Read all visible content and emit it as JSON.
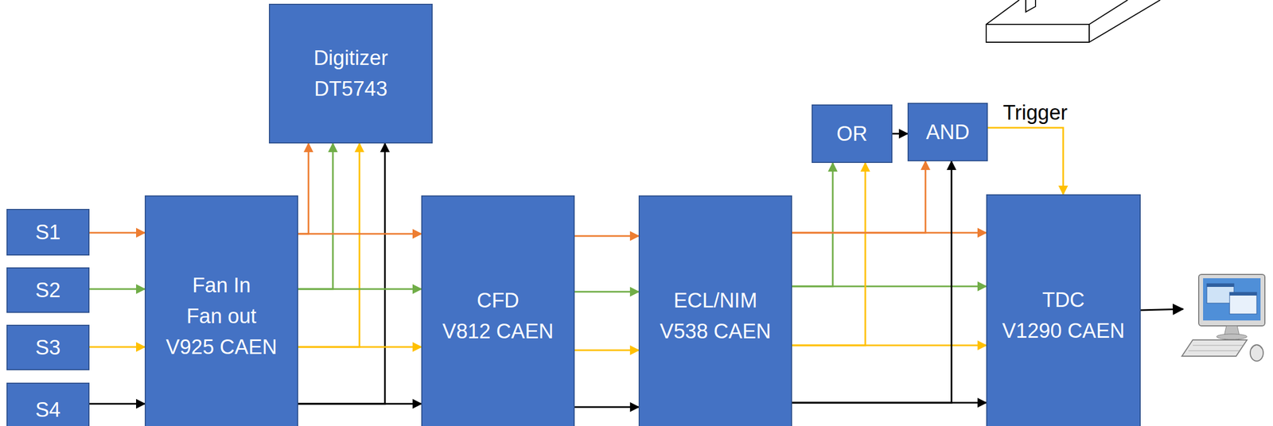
{
  "diagram": {
    "nodes": [
      {
        "text": [
          "S1"
        ]
      },
      {
        "text": [
          "S2"
        ]
      },
      {
        "text": [
          "S3"
        ]
      },
      {
        "text": [
          "S4"
        ]
      },
      {
        "text": [
          "Fan In Fan out",
          "V925 CAEN"
        ]
      },
      {
        "text": [
          "Digitizer",
          "DT5743"
        ]
      },
      {
        "text": [
          "CFD",
          "V812 CAEN"
        ]
      },
      {
        "text": [
          "ECL/NIM",
          "V538 CAEN"
        ]
      },
      {
        "text": [
          "OR"
        ]
      },
      {
        "text": [
          "AND"
        ]
      },
      {
        "text": [
          "TDC",
          "V1290 CAEN"
        ]
      }
    ],
    "edges": [
      {
        "from": 0,
        "to": 4,
        "arrow": "to"
      },
      {
        "from": 1,
        "to": 4,
        "arrow": "to"
      },
      {
        "from": 2,
        "to": 4,
        "arrow": "to"
      },
      {
        "from": 3,
        "to": 4,
        "arrow": "to"
      },
      {
        "from": 4,
        "to": 5,
        "arrow": "to"
      },
      {
        "from": 4,
        "to": 5,
        "arrow": "to"
      },
      {
        "from": 4,
        "to": 5,
        "arrow": "to"
      },
      {
        "from": 4,
        "to": 5,
        "arrow": "to"
      },
      {
        "from": 4,
        "to": 6,
        "arrow": "to"
      },
      {
        "from": 4,
        "to": 6,
        "arrow": "to"
      },
      {
        "from": 4,
        "to": 6,
        "arrow": "to"
      },
      {
        "from": 4,
        "to": 6,
        "arrow": "to"
      },
      {
        "from": 6,
        "to": 7,
        "arrow": "to"
      },
      {
        "from": 6,
        "to": 7,
        "arrow": "to"
      },
      {
        "from": 6,
        "to": 7,
        "arrow": "to"
      },
      {
        "from": 6,
        "to": 7,
        "arrow": "to"
      },
      {
        "from": 7,
        "to": 10,
        "arrow": "to"
      },
      {
        "from": 7,
        "to": 10,
        "arrow": "to"
      },
      {
        "from": 7,
        "to": 10,
        "arrow": "to"
      },
      {
        "from": 7,
        "to": 10,
        "arrow": "to"
      },
      {
        "from": 7,
        "to": 8,
        "arrow": "to"
      },
      {
        "from": 7,
        "to": 8,
        "arrow": "to"
      },
      {
        "from": 7,
        "to": 9,
        "arrow": "to"
      },
      {
        "from": 7,
        "to": 9,
        "arrow": "to"
      },
      {
        "from": 8,
        "to": 9,
        "arrow": "to"
      },
      {
        "from": 9,
        "to": 10,
        "label": "Trigger",
        "arrow": "to"
      }
    ]
  }
}
